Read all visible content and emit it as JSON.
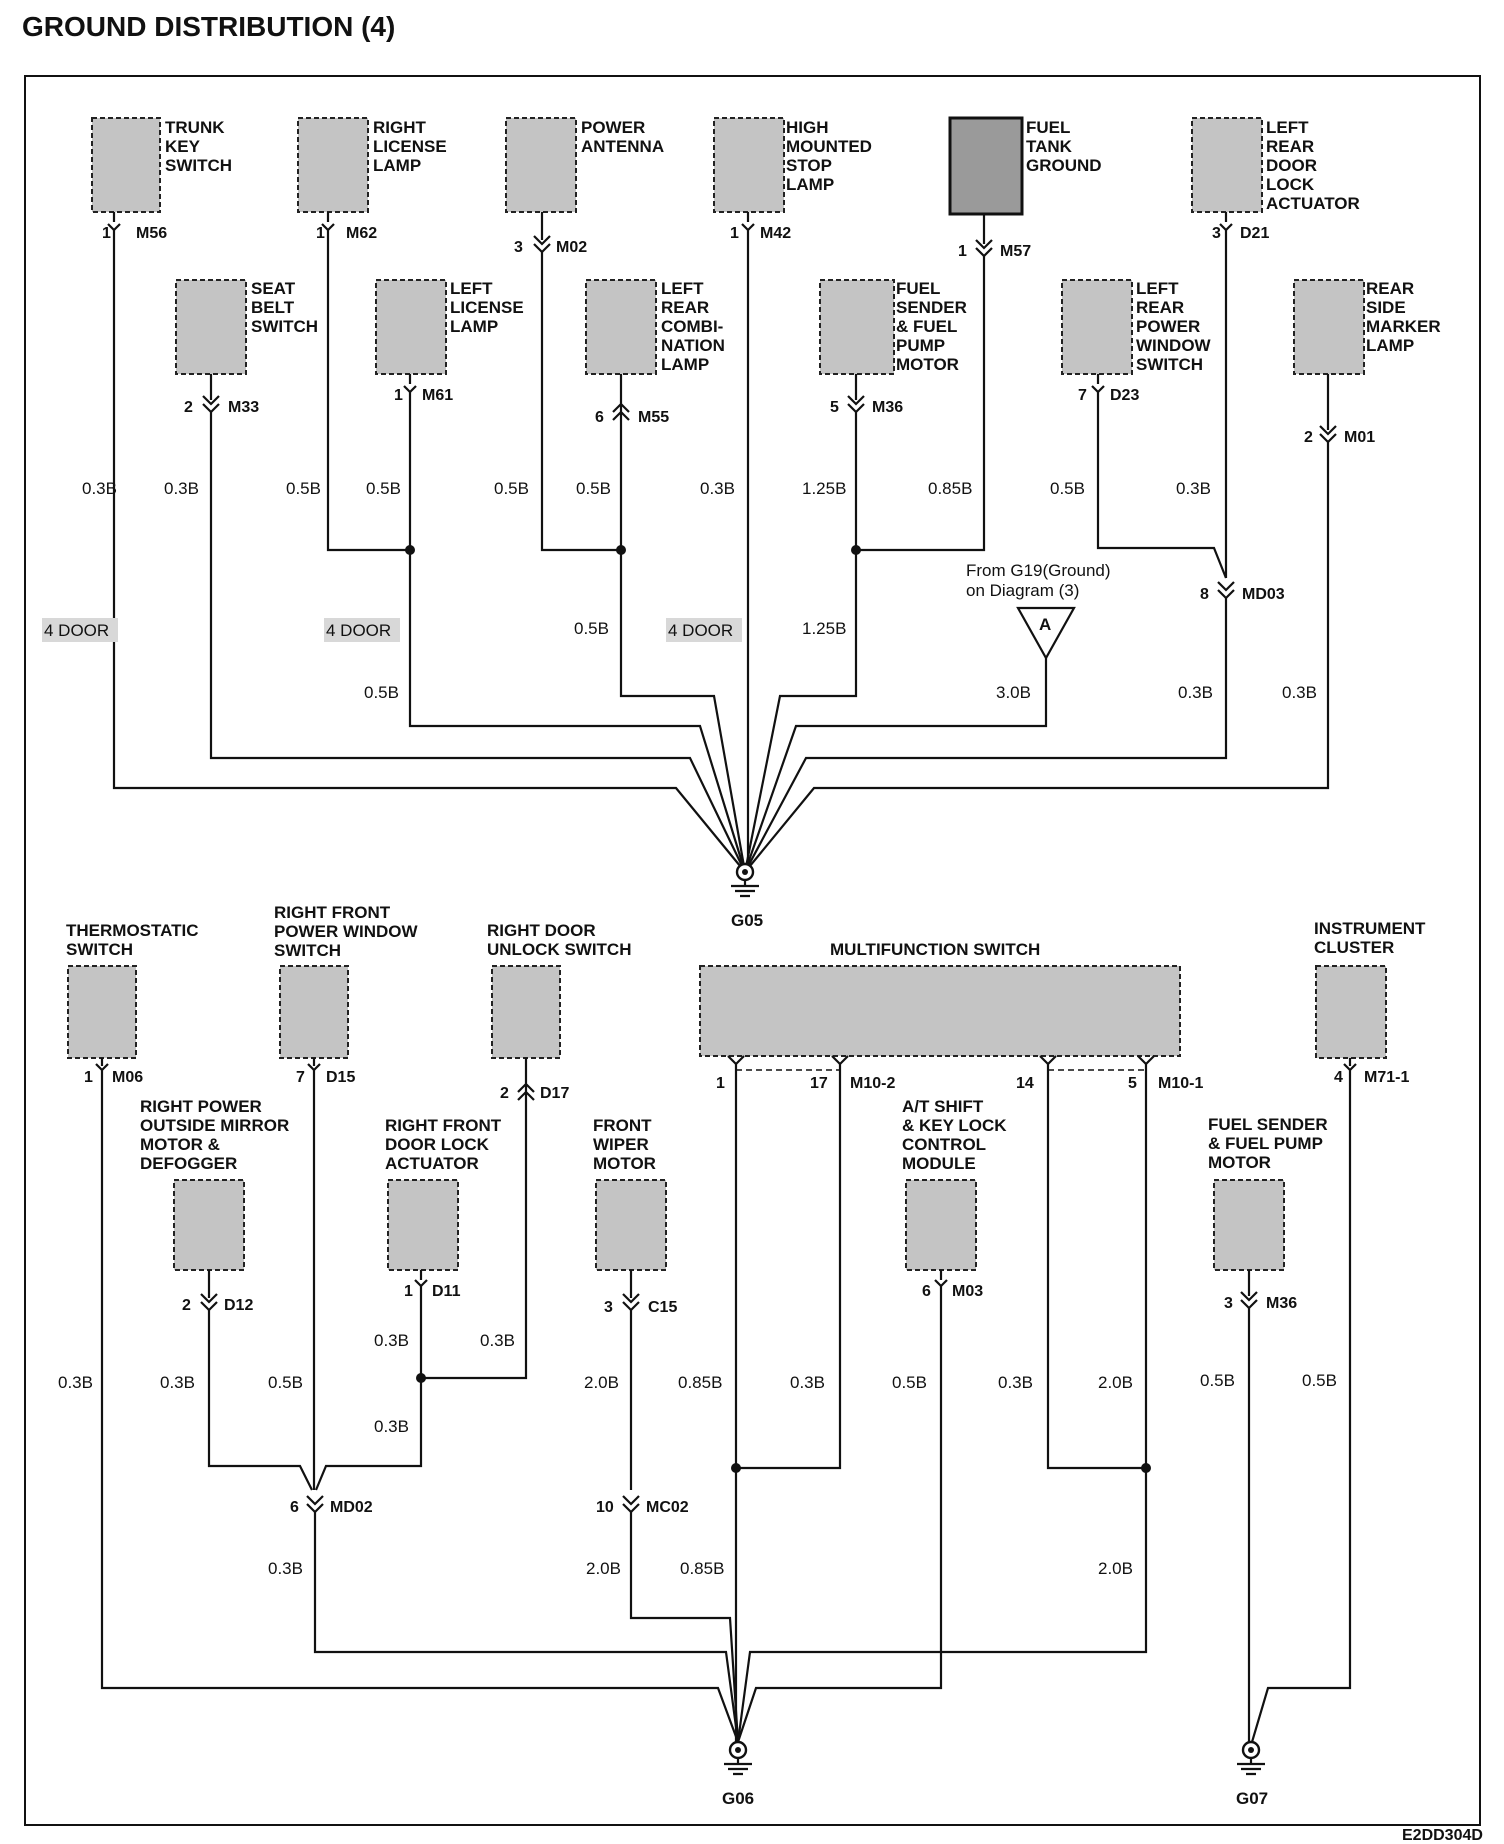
{
  "title": "GROUND DISTRIBUTION (4)",
  "code": "E2DD304D",
  "top": {
    "components": {
      "trunk_key_switch": [
        "TRUNK",
        "KEY",
        "SWITCH"
      ],
      "right_license_lamp": [
        "RIGHT",
        "LICENSE",
        "LAMP"
      ],
      "power_antenna": [
        "POWER",
        "ANTENNA"
      ],
      "high_mounted_stop_lamp": [
        "HIGH",
        "MOUNTED",
        "STOP",
        "LAMP"
      ],
      "fuel_tank_ground": [
        "FUEL",
        "TANK",
        "GROUND"
      ],
      "left_rear_door_lock_actuator": [
        "LEFT",
        "REAR",
        "DOOR",
        "LOCK",
        "ACTUATOR"
      ],
      "seat_belt_switch": [
        "SEAT",
        "BELT",
        "SWITCH"
      ],
      "left_license_lamp": [
        "LEFT",
        "LICENSE",
        "LAMP"
      ],
      "left_rear_combination_lamp": [
        "LEFT",
        "REAR",
        "COMBI-",
        "NATION",
        "LAMP"
      ],
      "fuel_sender_fuel_pump_motor": [
        "FUEL",
        "SENDER",
        "& FUEL",
        "PUMP",
        "MOTOR"
      ],
      "left_rear_power_window_switch": [
        "LEFT",
        "REAR",
        "POWER",
        "WINDOW",
        "SWITCH"
      ],
      "rear_side_marker_lamp": [
        "REAR",
        "SIDE",
        "MARKER",
        "LAMP"
      ]
    },
    "connectors": {
      "m56": {
        "pin": "1",
        "id": "M56"
      },
      "m62": {
        "pin": "1",
        "id": "M62"
      },
      "m02": {
        "pin": "3",
        "id": "M02"
      },
      "m42": {
        "pin": "1",
        "id": "M42"
      },
      "m57": {
        "pin": "1",
        "id": "M57"
      },
      "d21": {
        "pin": "3",
        "id": "D21"
      },
      "m33": {
        "pin": "2",
        "id": "M33"
      },
      "m61": {
        "pin": "1",
        "id": "M61"
      },
      "m55": {
        "pin": "6",
        "id": "M55"
      },
      "m36": {
        "pin": "5",
        "id": "M36"
      },
      "d23": {
        "pin": "7",
        "id": "D23"
      },
      "m01": {
        "pin": "2",
        "id": "M01"
      },
      "md03": {
        "pin": "8",
        "id": "MD03"
      }
    },
    "wire_labels": {
      "w1": "0.3B",
      "w2": "0.3B",
      "w3": "0.5B",
      "w4": "0.5B",
      "w5": "0.5B",
      "w6": "0.5B",
      "w7": "0.3B",
      "w8": "1.25B",
      "w9": "0.85B",
      "w10": "0.5B",
      "w11": "0.3B",
      "w12": "0.5B",
      "w13": "1.25B",
      "w14": "0.5B",
      "w15": "3.0B",
      "w16": "0.3B",
      "w17": "0.3B"
    },
    "door_labels": [
      "4 DOOR",
      "4 DOOR",
      "4 DOOR"
    ],
    "from_note": [
      "From G19(Ground)",
      "on Diagram (3)"
    ],
    "offpage_letter": "A",
    "ground": "G05"
  },
  "bottom": {
    "components": {
      "thermostatic_switch": [
        "THERMOSTATIC",
        "SWITCH"
      ],
      "right_front_power_window_switch": [
        "RIGHT FRONT",
        "POWER WINDOW",
        "SWITCH"
      ],
      "right_door_unlock_switch": [
        "RIGHT DOOR",
        "UNLOCK SWITCH"
      ],
      "multifunction_switch": [
        "MULTIFUNCTION SWITCH"
      ],
      "instrument_cluster": [
        "INSTRUMENT",
        "CLUSTER"
      ],
      "right_power_outside_mirror": [
        "RIGHT POWER",
        "OUTSIDE MIRROR",
        "MOTOR &",
        "DEFOGGER"
      ],
      "right_front_door_lock_actuator": [
        "RIGHT FRONT",
        "DOOR LOCK",
        "ACTUATOR"
      ],
      "front_wiper_motor": [
        "FRONT",
        "WIPER",
        "MOTOR"
      ],
      "at_shift_key_lock": [
        "A/T SHIFT",
        "& KEY LOCK",
        "CONTROL",
        "MODULE"
      ],
      "fuel_sender_fuel_pump_motor": [
        "FUEL SENDER",
        "& FUEL PUMP",
        "MOTOR"
      ]
    },
    "connectors": {
      "m06": {
        "pin": "1",
        "id": "M06"
      },
      "d15": {
        "pin": "7",
        "id": "D15"
      },
      "d17": {
        "pin": "2",
        "id": "D17"
      },
      "m10_2": {
        "pin_a": "1",
        "pin_b": "17",
        "id": "M10-2"
      },
      "m10_1": {
        "pin_a": "14",
        "pin_b": "5",
        "id": "M10-1"
      },
      "m71_1": {
        "pin": "4",
        "id": "M71-1"
      },
      "d12": {
        "pin": "2",
        "id": "D12"
      },
      "d11": {
        "pin": "1",
        "id": "D11"
      },
      "c15": {
        "pin": "3",
        "id": "C15"
      },
      "m03": {
        "pin": "6",
        "id": "M03"
      },
      "m36": {
        "pin": "3",
        "id": "M36"
      },
      "md02": {
        "pin": "6",
        "id": "MD02"
      },
      "mc02": {
        "pin": "10",
        "id": "MC02"
      }
    },
    "wire_labels": {
      "w1": "0.3B",
      "w2": "0.3B",
      "w3": "0.5B",
      "w4": "0.3B",
      "w5": "0.3B",
      "w6": "0.3B",
      "w7": "2.0B",
      "w8": "0.85B",
      "w9": "0.3B",
      "w10": "0.5B",
      "w11": "0.3B",
      "w12": "2.0B",
      "w13": "0.5B",
      "w14": "0.5B",
      "w15": "0.3B",
      "w16": "2.0B",
      "w17": "0.85B",
      "w18": "2.0B"
    },
    "grounds": {
      "g06": "G06",
      "g07": "G07"
    }
  }
}
